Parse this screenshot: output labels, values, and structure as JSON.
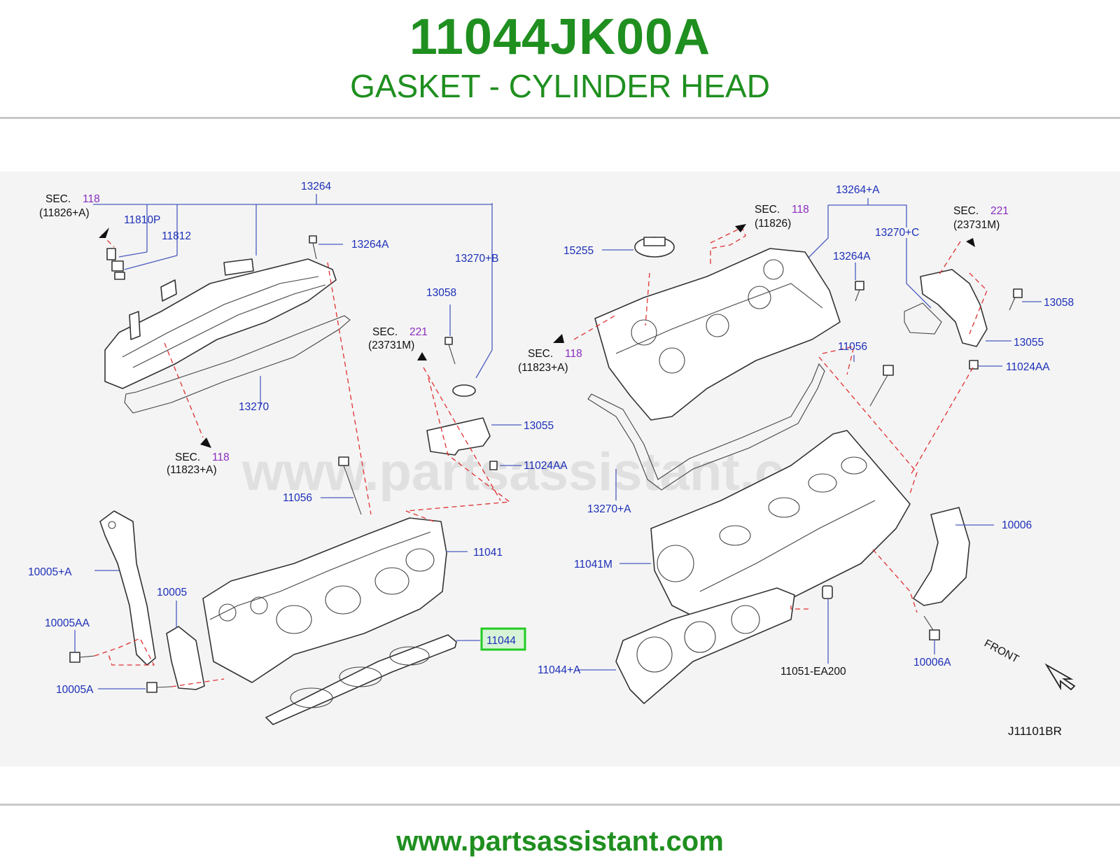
{
  "header": {
    "part_number": "11044JK00A",
    "part_name": "GASKET - CYLINDER HEAD"
  },
  "footer": {
    "website": "www.partsassistant.com"
  },
  "diagram": {
    "watermark": "www.partsassistant.com",
    "diagram_code": "J11101BR",
    "front_label": "FRONT",
    "highlighted_part": "11044",
    "highlight_color": "#22cc22",
    "label_color": "#1c2fb8",
    "section_color": "#8a2bbf",
    "callouts": [
      {
        "id": "13264",
        "text": "13264"
      },
      {
        "id": "11810P",
        "text": "11810P"
      },
      {
        "id": "11812",
        "text": "11812"
      },
      {
        "id": "13264A_l",
        "text": "13264A"
      },
      {
        "id": "13270B",
        "text": "13270+B"
      },
      {
        "id": "13058_l",
        "text": "13058"
      },
      {
        "id": "13270",
        "text": "13270"
      },
      {
        "id": "13055_l",
        "text": "13055"
      },
      {
        "id": "11024AA_l",
        "text": "11024AA"
      },
      {
        "id": "11056_l",
        "text": "11056"
      },
      {
        "id": "11041",
        "text": "11041"
      },
      {
        "id": "10005A_plus",
        "text": "10005+A"
      },
      {
        "id": "10005",
        "text": "10005"
      },
      {
        "id": "10005AA",
        "text": "10005AA"
      },
      {
        "id": "11044",
        "text": "11044"
      },
      {
        "id": "10005A",
        "text": "10005A"
      },
      {
        "id": "13264A_plus",
        "text": "13264+A"
      },
      {
        "id": "15255",
        "text": "15255"
      },
      {
        "id": "13270C",
        "text": "13270+C"
      },
      {
        "id": "13264A_r",
        "text": "13264A"
      },
      {
        "id": "13058_r",
        "text": "13058"
      },
      {
        "id": "13055_r",
        "text": "13055"
      },
      {
        "id": "11024AA_r",
        "text": "11024AA"
      },
      {
        "id": "11056_r",
        "text": "11056"
      },
      {
        "id": "13270A",
        "text": "13270+A"
      },
      {
        "id": "10006",
        "text": "10006"
      },
      {
        "id": "11041M",
        "text": "11041M"
      },
      {
        "id": "11044A",
        "text": "11044+A"
      },
      {
        "id": "11051EA200",
        "text": "11051-EA200"
      },
      {
        "id": "10006A",
        "text": "10006A"
      }
    ],
    "sections": [
      {
        "id": "s1",
        "sec": "SEC.",
        "num": "118",
        "ref": "(11826+A)"
      },
      {
        "id": "s2",
        "sec": "SEC.",
        "num": "221",
        "ref": "(23731M)"
      },
      {
        "id": "s3",
        "sec": "SEC.",
        "num": "118",
        "ref": "(11823+A)"
      },
      {
        "id": "s4",
        "sec": "SEC.",
        "num": "118",
        "ref": "(11826)"
      },
      {
        "id": "s5",
        "sec": "SEC.",
        "num": "221",
        "ref": "(23731M)"
      },
      {
        "id": "s6",
        "sec": "SEC.",
        "num": "118",
        "ref": "(11823+A)"
      }
    ]
  }
}
